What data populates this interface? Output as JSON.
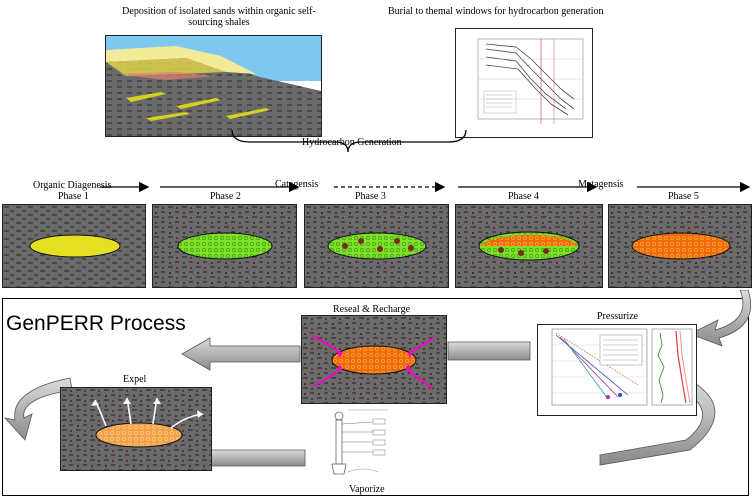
{
  "top": {
    "left_caption": "Deposition of isolated sands within organic self-sourcing shales",
    "left_caption_line1": "Deposition of isolated sands within organic self-",
    "left_caption_line2": "sourcing shales",
    "right_caption": "Burial to themal windows for hydrocarbon generation",
    "bracket_label": "Hydrocarbon Generation"
  },
  "stages": {
    "organic": "Organic Diagenesis",
    "catagensis": "Catagensis",
    "metagensis": "Metagensis"
  },
  "phases": [
    "Phase 1",
    "Phase 2",
    "Phase 3",
    "Phase 4",
    "Phase 5"
  ],
  "sand_colors": {
    "phase1": "#e5e022",
    "phase2": "#7fe02a",
    "phase3": "#9de52a",
    "phase4": "#f05a10",
    "phase5": "#f07018"
  },
  "process": {
    "title": "GenPERR Process",
    "reseal": "Reseal & Recharge",
    "pressurize": "Pressurize",
    "expel": "Expel",
    "vaporize": "Vaporize"
  }
}
